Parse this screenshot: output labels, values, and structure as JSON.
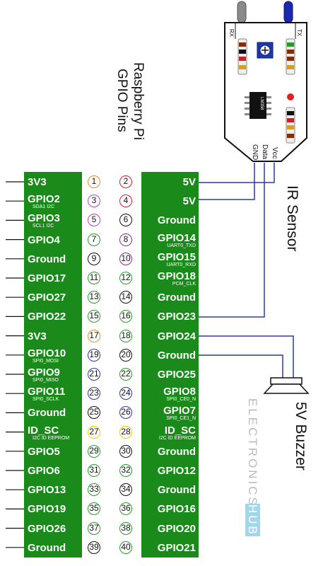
{
  "header": {
    "board_line1": "Raspberry Pi",
    "board_line2": "GPIO Pins"
  },
  "pins_left": [
    {
      "num": "1",
      "label": "3V3",
      "sub": "",
      "color": "#f08a2a"
    },
    {
      "num": "3",
      "label": "GPIO2",
      "sub": "SDA1 I2C",
      "color": "#c040c0"
    },
    {
      "num": "5",
      "label": "GPIO3",
      "sub": "SCL1 I2C",
      "color": "#c040c0"
    },
    {
      "num": "7",
      "label": "GPIO4",
      "sub": "",
      "color": "#22a022"
    },
    {
      "num": "9",
      "label": "Ground",
      "sub": "",
      "color": "#111111"
    },
    {
      "num": "11",
      "label": "GPIO17",
      "sub": "",
      "color": "#22a022"
    },
    {
      "num": "13",
      "label": "GPIO27",
      "sub": "",
      "color": "#22a022"
    },
    {
      "num": "15",
      "label": "GPIO22",
      "sub": "",
      "color": "#22a022"
    },
    {
      "num": "17",
      "label": "3V3",
      "sub": "",
      "color": "#f08a2a"
    },
    {
      "num": "19",
      "label": "GPIO10",
      "sub": "SPI0_MOSI",
      "color": "#2a3aa0"
    },
    {
      "num": "21",
      "label": "GPIO9",
      "sub": "SPI0_MISO",
      "color": "#2a3aa0"
    },
    {
      "num": "23",
      "label": "GPIO11",
      "sub": "SPI0_SCLK",
      "color": "#2a3aa0"
    },
    {
      "num": "25",
      "label": "Ground",
      "sub": "",
      "color": "#111111"
    },
    {
      "num": "27",
      "label": "ID_SC",
      "sub": "I2C ID EEPROM",
      "color": "#e6d000"
    },
    {
      "num": "29",
      "label": "GPIO5",
      "sub": "",
      "color": "#22a022"
    },
    {
      "num": "31",
      "label": "GPIO6",
      "sub": "",
      "color": "#22a022"
    },
    {
      "num": "33",
      "label": "GPIO13",
      "sub": "",
      "color": "#22a022"
    },
    {
      "num": "35",
      "label": "GPIO19",
      "sub": "",
      "color": "#22a022"
    },
    {
      "num": "37",
      "label": "GPIO26",
      "sub": "",
      "color": "#22a022"
    },
    {
      "num": "39",
      "label": "Ground",
      "sub": "",
      "color": "#111111"
    }
  ],
  "pins_right": [
    {
      "num": "2",
      "label": "5V",
      "sub": "",
      "color": "#e02020"
    },
    {
      "num": "4",
      "label": "5V",
      "sub": "",
      "color": "#e02020"
    },
    {
      "num": "6",
      "label": "Ground",
      "sub": "",
      "color": "#111111"
    },
    {
      "num": "8",
      "label": "GPIO14",
      "sub": "UART0_TXD",
      "color": "#8a2a9a"
    },
    {
      "num": "10",
      "label": "GPIO15",
      "sub": "UART0_RXD",
      "color": "#8a2a9a"
    },
    {
      "num": "12",
      "label": "GPIO18",
      "sub": "PCM_CLK",
      "color": "#22a022"
    },
    {
      "num": "14",
      "label": "Ground",
      "sub": "",
      "color": "#111111"
    },
    {
      "num": "16",
      "label": "GPIO23",
      "sub": "",
      "color": "#22a022"
    },
    {
      "num": "18",
      "label": "GPIO24",
      "sub": "",
      "color": "#22a022"
    },
    {
      "num": "20",
      "label": "Ground",
      "sub": "",
      "color": "#111111"
    },
    {
      "num": "22",
      "label": "GPIO25",
      "sub": "",
      "color": "#22a022"
    },
    {
      "num": "24",
      "label": "GPIO8",
      "sub": "SPI0_CE0_N",
      "color": "#2a3aa0"
    },
    {
      "num": "26",
      "label": "GPIO7",
      "sub": "SPI0_CE1_N",
      "color": "#2a3aa0"
    },
    {
      "num": "28",
      "label": "ID_SC",
      "sub": "I2C ID EEPROM",
      "color": "#e6d000"
    },
    {
      "num": "30",
      "label": "Ground",
      "sub": "",
      "color": "#111111"
    },
    {
      "num": "32",
      "label": "GPIO12",
      "sub": "",
      "color": "#22a022"
    },
    {
      "num": "34",
      "label": "Ground",
      "sub": "",
      "color": "#111111"
    },
    {
      "num": "36",
      "label": "GPIO16",
      "sub": "",
      "color": "#22a022"
    },
    {
      "num": "38",
      "label": "GPIO20",
      "sub": "",
      "color": "#22a022"
    },
    {
      "num": "40",
      "label": "GPIO21",
      "sub": "",
      "color": "#22a022"
    }
  ],
  "ir_sensor": {
    "title": "IR Sensor",
    "rx": "RX",
    "tx": "TX",
    "chip": "LM358",
    "pin_gnd": "GND",
    "pin_data": "Data",
    "pin_vcc": "Vcc"
  },
  "buzzer": {
    "title": "5V Buzzer"
  },
  "watermark": {
    "part1": "ELECTRONICS",
    "part2": "HUB"
  },
  "colors": {
    "board_green": "#1a8a1a",
    "wire_blue": "#2a3aa8",
    "wire_black": "#111111",
    "watermark_gray": "#b8bcc0",
    "watermark_hub_bg": "#9fd8ec"
  }
}
